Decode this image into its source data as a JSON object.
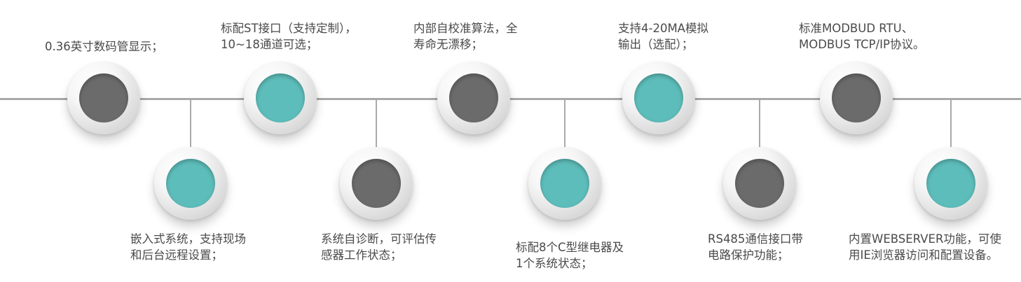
{
  "colors": {
    "line": "#a9a9a9",
    "gray_dot": "#6b6b6b",
    "teal_dot": "#5dbdba",
    "text": "#4a4a4a"
  },
  "items": [
    {
      "lines": [
        "0.36英寸数码管显示；"
      ],
      "dot_color": "#6b6b6b",
      "position": "above"
    },
    {
      "lines": [
        "嵌入式系统，支持现场",
        "和后台远程设置；"
      ],
      "dot_color": "#5dbdba",
      "position": "below"
    },
    {
      "lines": [
        "标配ST接口（支持定制），",
        "10~18通道可选；"
      ],
      "dot_color": "#5dbdba",
      "position": "above"
    },
    {
      "lines": [
        "系统自诊断，可评估传",
        "感器工作状态；"
      ],
      "dot_color": "#6b6b6b",
      "position": "below"
    },
    {
      "lines": [
        "内部自校准算法，全",
        "寿命无漂移；"
      ],
      "dot_color": "#6b6b6b",
      "position": "above"
    },
    {
      "lines": [
        "标配8个C型继电器及",
        "1个系统状态；"
      ],
      "dot_color": "#5dbdba",
      "position": "below"
    },
    {
      "lines": [
        "支持4-20MA模拟",
        "输出（选配）；"
      ],
      "dot_color": "#5dbdba",
      "position": "above"
    },
    {
      "lines": [
        "RS485通信接口带",
        "电路保护功能；"
      ],
      "dot_color": "#6b6b6b",
      "position": "below"
    },
    {
      "lines": [
        "标准MODBUD RTU、",
        "MODBUS TCP/IP协议。"
      ],
      "dot_color": "#6b6b6b",
      "position": "above"
    },
    {
      "lines": [
        "内置WEBSERVER功能，可使",
        "用IE浏览器访问和配置设备。"
      ],
      "dot_color": "#5dbdba",
      "position": "below"
    }
  ]
}
